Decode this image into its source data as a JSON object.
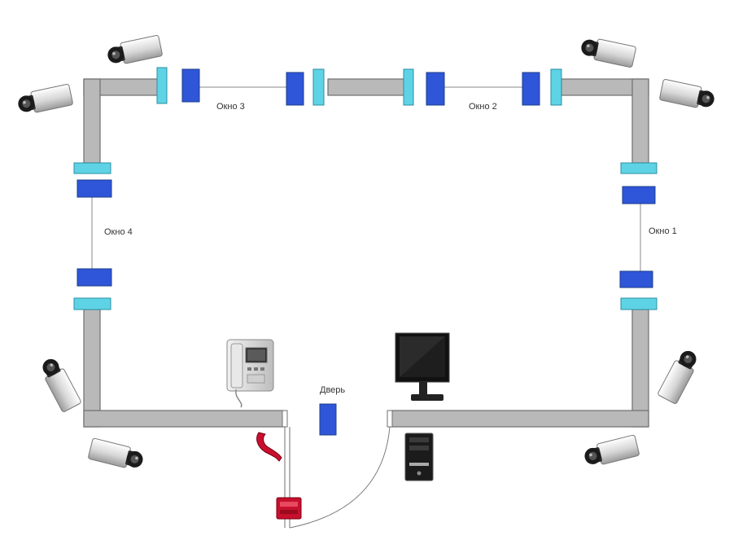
{
  "labels": {
    "window_1": "Окно 1",
    "window_2": "Окно 2",
    "window_3": "Окно 3",
    "window_4": "Окно 4",
    "door": "Дверь"
  },
  "colors": {
    "wall": "#b9b9b9",
    "wall_edge": "#6f6f6f",
    "sensor_emitter": "#5fd3e6",
    "sensor_receiver": "#2f55d8",
    "lock": "#c8102e",
    "monitor": "#1a1a1a"
  },
  "icons": [
    "cctv-camera-icon",
    "video-intercom-icon",
    "computer-monitor-icon",
    "pc-tower-icon",
    "electric-lock-icon",
    "door-handset-icon"
  ]
}
